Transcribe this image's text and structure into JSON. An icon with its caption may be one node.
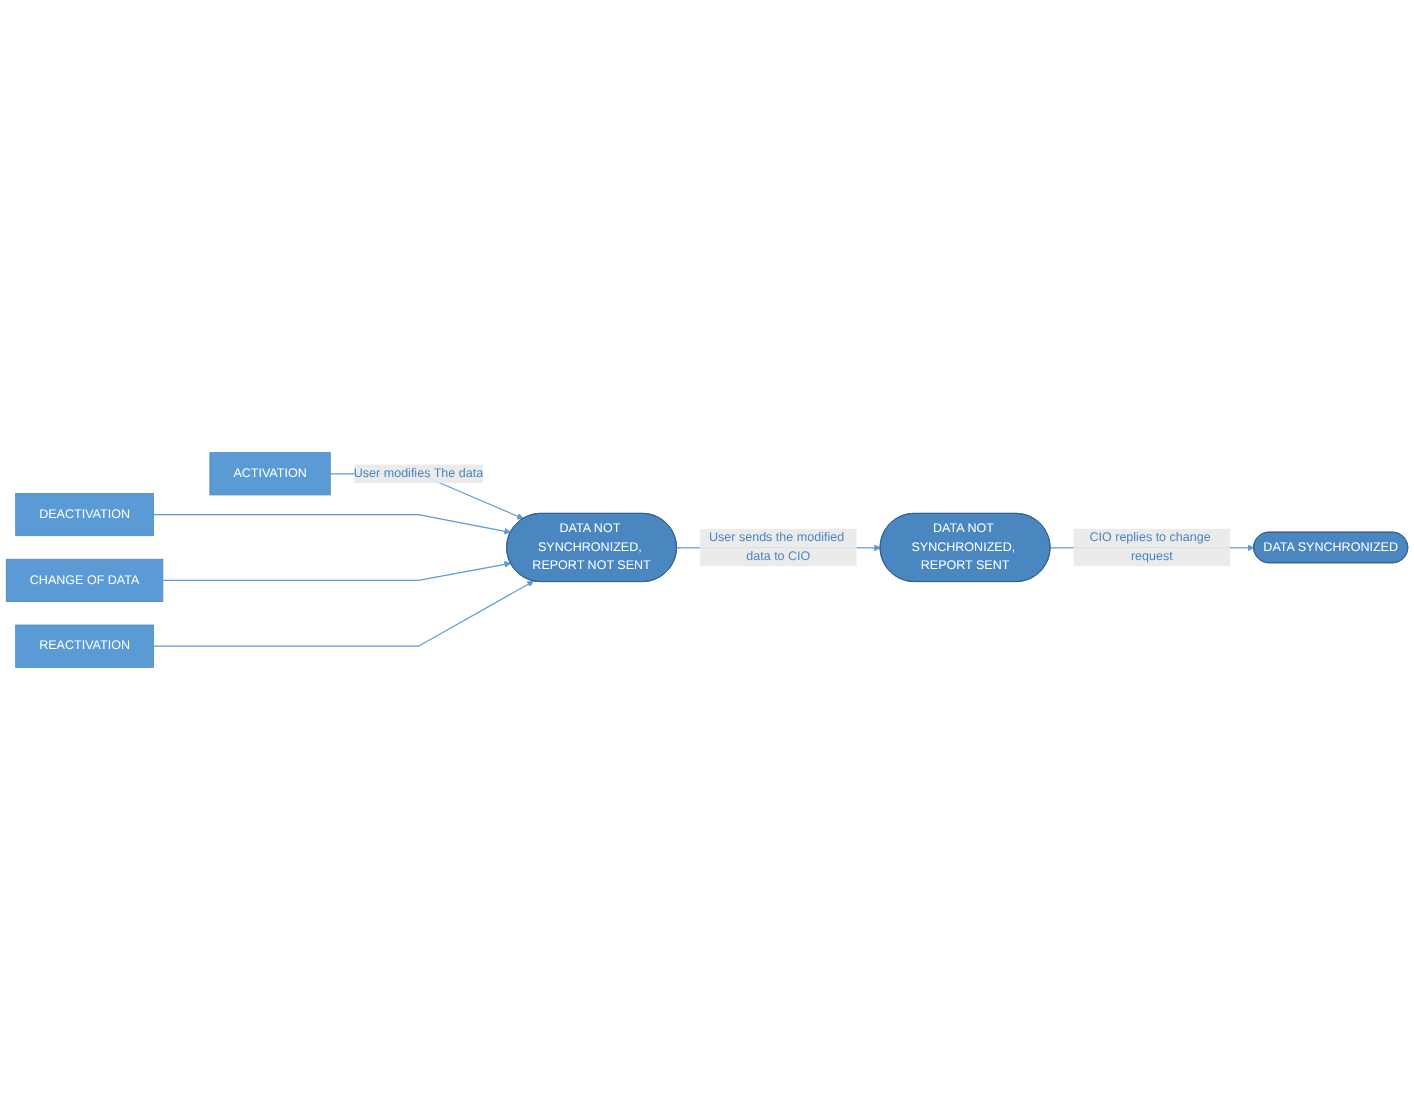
{
  "diagram": {
    "nodes": [
      {
        "text": [
          "ACTIVATION"
        ]
      },
      {
        "text": [
          "DEACTIVATION"
        ]
      },
      {
        "text": [
          "CHANGE OF DATA"
        ]
      },
      {
        "text": [
          "REACTIVATION"
        ]
      },
      {
        "text": [
          "DATA NOT SYNCHRONIZED, REPORT NOT SENT"
        ]
      },
      {
        "text": [
          "DATA NOT SYNCHRONIZED, REPORT SENT"
        ]
      },
      {
        "text": [
          "DATA SYNCHRONIZED"
        ]
      }
    ],
    "edges": [
      {
        "from": 0,
        "to": 4,
        "arrow": "to",
        "label": "User modifies The data"
      },
      {
        "from": 1,
        "to": 4,
        "arrow": "to"
      },
      {
        "from": 2,
        "to": 4,
        "arrow": "to"
      },
      {
        "from": 3,
        "to": 4,
        "arrow": "to"
      },
      {
        "from": 4,
        "to": 5,
        "arrow": "to",
        "label": "User sends the modified data to CIO"
      },
      {
        "from": 5,
        "to": 6,
        "arrow": "to",
        "label": "CIO replies to change request"
      }
    ]
  }
}
